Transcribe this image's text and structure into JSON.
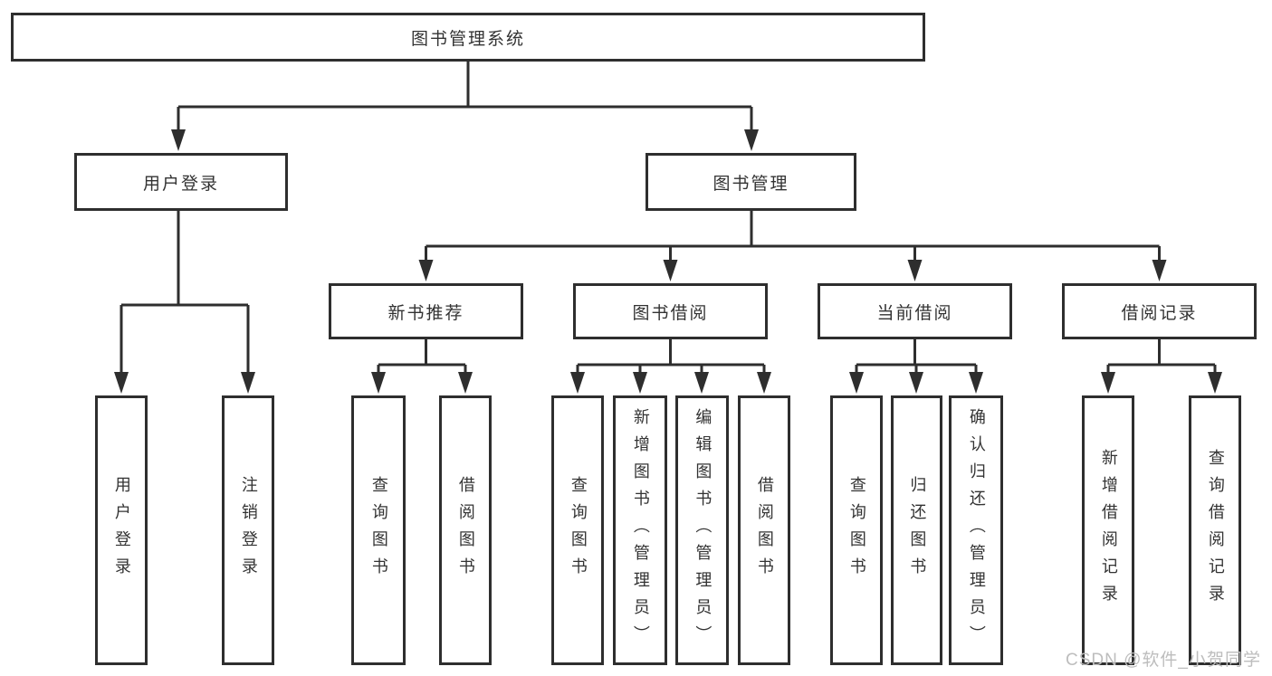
{
  "diagram": {
    "title_box": "图书管理系统",
    "branches": {
      "user": {
        "label": "用户登录",
        "items": [
          "用户登录",
          "注销登录"
        ]
      },
      "books": {
        "label": "图书管理",
        "sections": [
          {
            "label": "新书推荐",
            "items": [
              "查询图书",
              "借阅图书"
            ]
          },
          {
            "label": "图书借阅",
            "items": [
              "查询图书",
              "新增图书（管理员）",
              "编辑图书（管理员）",
              "借阅图书"
            ]
          },
          {
            "label": "当前借阅",
            "items": [
              "查询图书",
              "归还图书",
              "确认归还（管理员）"
            ]
          },
          {
            "label": "借阅记录",
            "items": [
              "新增借阅记录",
              "查询借阅记录"
            ]
          }
        ]
      }
    },
    "watermark": "CSDN @软件_小贺同学"
  },
  "colors": {
    "line": "#2e2e2e",
    "box_border": "#2e2e2e",
    "text": "#333333",
    "watermark": "#bdbdbd",
    "background": "#ffffff"
  }
}
